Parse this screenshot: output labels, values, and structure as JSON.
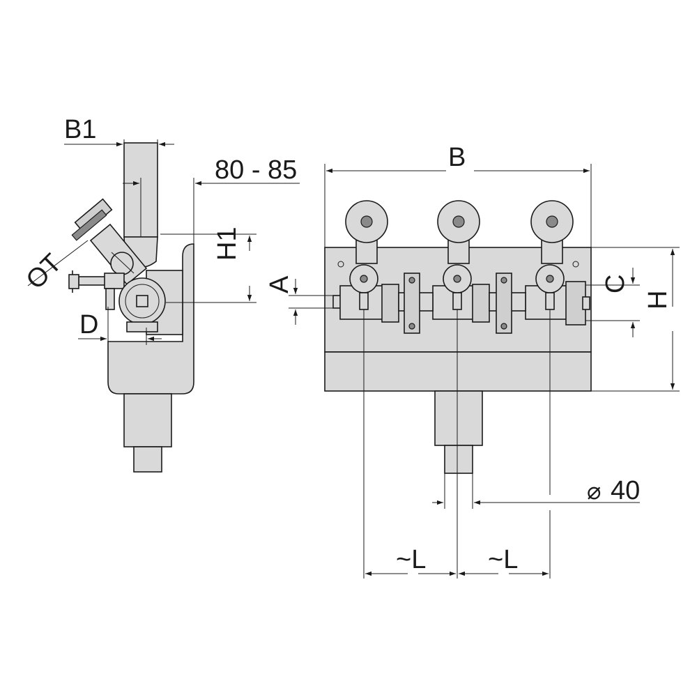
{
  "labels": {
    "b1": "B1",
    "range_80_85": "80 - 85",
    "ot": "OT",
    "h1": "H1",
    "d": "D",
    "b": "B",
    "a": "A",
    "c": "C",
    "h": "H",
    "diameter_symbol": "⌀",
    "diameter_value": "40",
    "l_left": "~L",
    "l_right": "~L"
  }
}
